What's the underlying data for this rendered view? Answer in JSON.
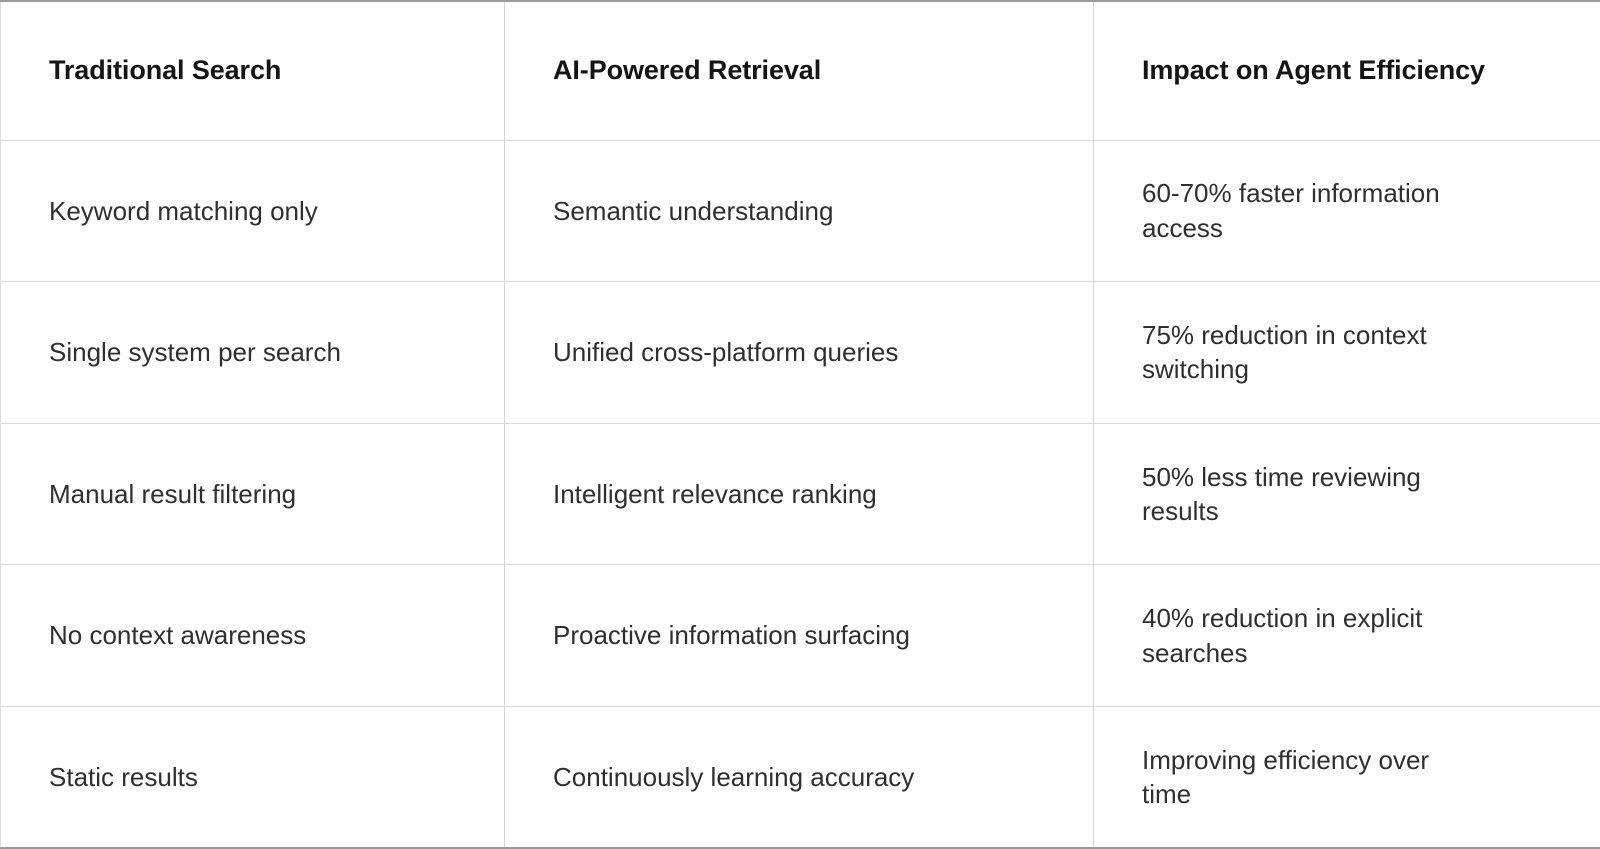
{
  "table": {
    "columns": [
      {
        "key": "traditional_search",
        "label": "Traditional Search"
      },
      {
        "key": "ai_powered_retrieval",
        "label": "AI-Powered Retrieval"
      },
      {
        "key": "impact_on_agent_efficiency",
        "label": "Impact on Agent Efficiency"
      }
    ],
    "rows": [
      {
        "traditional_search": "Keyword matching only",
        "ai_powered_retrieval": "Semantic understanding",
        "impact_on_agent_efficiency": "60-70% faster information access"
      },
      {
        "traditional_search": "Single system per search",
        "ai_powered_retrieval": "Unified cross-platform queries",
        "impact_on_agent_efficiency": "75% reduction in context switching"
      },
      {
        "traditional_search": "Manual result filtering",
        "ai_powered_retrieval": "Intelligent relevance ranking",
        "impact_on_agent_efficiency": "50% less time reviewing results"
      },
      {
        "traditional_search": "No context awareness",
        "ai_powered_retrieval": "Proactive information surfacing",
        "impact_on_agent_efficiency": "40% reduction in explicit searches"
      },
      {
        "traditional_search": "Static results",
        "ai_powered_retrieval": "Continuously learning accuracy",
        "impact_on_agent_efficiency": "Improving efficiency over time"
      }
    ]
  },
  "style": {
    "background": "#ffffff",
    "header_text_color": "#151515",
    "body_text_color": "#2f2f2f",
    "outer_border_color": "#9a9a9a",
    "inner_border_color": "#d9d9d9"
  }
}
